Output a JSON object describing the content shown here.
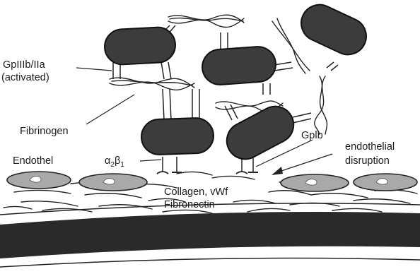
{
  "labels": {
    "gp2b3a_line1": "GpIIIb/IIa",
    "gp2b3a_line2": "(activated)",
    "fibrinogen": "Fibrinogen",
    "gp1b": "Gplb",
    "endothel": "Endothel",
    "integrin_alpha": "α",
    "integrin_a_sub": "2",
    "integrin_beta": "β",
    "integrin_b_sub": "1",
    "endothelial_line1": "endothelial",
    "endothelial_line2": "disruption",
    "matrix_line1": "Collagen, vWf",
    "matrix_line2": "Fibronectin"
  },
  "colors": {
    "platelet": "#3c3c3c",
    "endothelial_cell": "#a9a9a9",
    "vessel_wall": "#2a2a2a"
  }
}
